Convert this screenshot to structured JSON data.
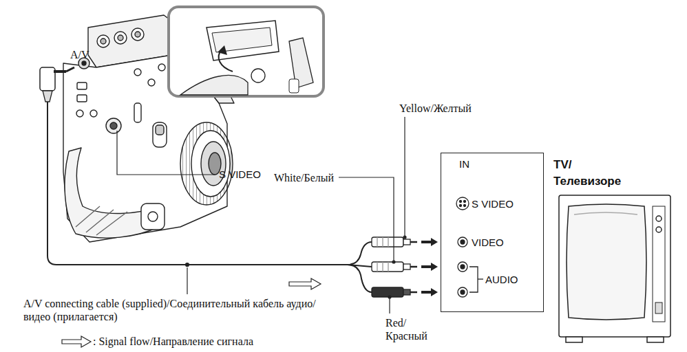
{
  "diagram": {
    "nodes": [
      {
        "text": [
          "IN",
          "S VIDEO",
          "VIDEO",
          "AUDIO"
        ]
      },
      {
        "text": [
          "TV/ Телевизоре"
        ]
      }
    ],
    "labels": [
      "A/V",
      "S VIDEO",
      "Yellow/Желтый",
      "White/Белый",
      "Red/ Красный",
      "A/V connecting cable (supplied)/Соединительный кабель аудио/видео (прилагается)"
    ],
    "legend": [
      {
        "text": ": Signal flow/Направление сигнала"
      }
    ]
  }
}
